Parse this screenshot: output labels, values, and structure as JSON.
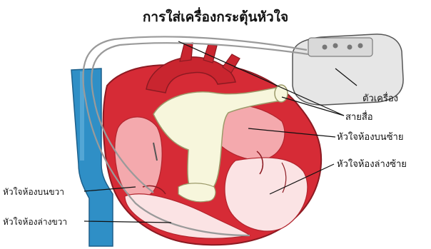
{
  "diagram": {
    "title": "การใส่เครื่องกระตุ้นหัวใจ",
    "labels": {
      "device": "ตัวเครื่อง",
      "lead_wire": "สายสื่อ",
      "left_atrium": "หัวใจห้องบนซ้าย",
      "left_ventricle": "หัวใจห้องล่างซ้าย",
      "right_atrium": "หัวใจห้องบนขวา",
      "right_ventricle": "หัวใจห้องล่างขวา"
    },
    "colors": {
      "heart_dark": "#d62b36",
      "heart_light": "#f4a9ad",
      "heart_inner": "#fbe3e4",
      "vessel_pale": "#f7f6dc",
      "vena_cava": "#2f8fc6",
      "device_body": "#e6e6e6",
      "wire": "#9a9a9a"
    }
  }
}
